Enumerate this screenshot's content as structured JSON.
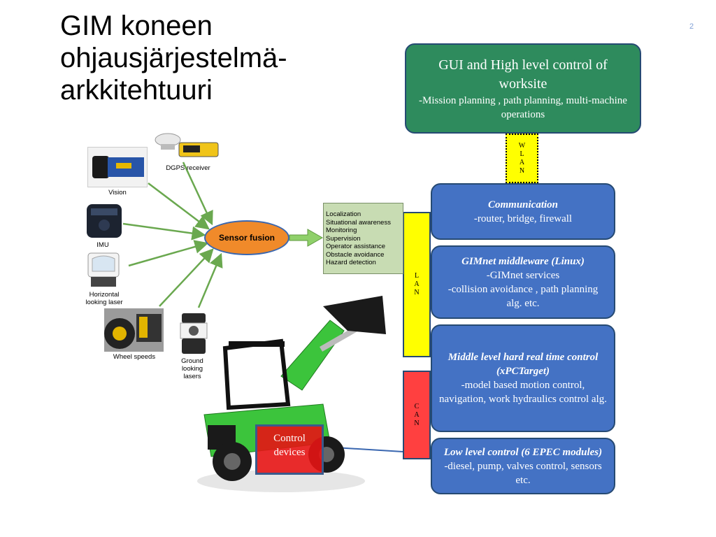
{
  "title_lines": [
    "GIM koneen",
    "ohjausjärjestelmä-",
    "arkkitehtuuri"
  ],
  "page_number": "2",
  "gui_box": {
    "title": "GUI and High level control of worksite",
    "desc": "-Mission planning , path planning, multi-machine operations"
  },
  "wlan_label": [
    "W",
    "L",
    "A",
    "N"
  ],
  "lan_label": [
    "L",
    "A",
    "N"
  ],
  "can_label": [
    "C",
    "A",
    "N"
  ],
  "layers": [
    {
      "title": "Communication",
      "desc": "-router, bridge, firewall"
    },
    {
      "title": "GIMnet  middleware (Linux)",
      "desc": "-GIMnet services\n-collision avoidance , path planning alg. etc."
    },
    {
      "title": "Middle level hard real time control (xPCTarget)",
      "desc": "-model based motion control, navigation, work hydraulics control alg."
    },
    {
      "title": "Low level control (6 EPEC modules)",
      "desc": "-diesel, pump, valves control, sensors etc."
    }
  ],
  "sensor_fusion": "Sensor fusion",
  "functions": [
    "Localization",
    "Situational awareness",
    "Monitoring",
    "Supervision",
    "Operator assistance",
    "Obstacle avoidance",
    "Hazard detection"
  ],
  "sensors": {
    "dgps": "DGPS receiver",
    "vision": "Vision",
    "imu": "IMU",
    "horizontal_laser": "Horizontal looking laser",
    "wheel_speeds": "Wheel speeds",
    "ground_lasers": "Ground looking lasers"
  },
  "control_devices": "Control devices",
  "colors": {
    "gui_green": "#2e8b5d",
    "layer_blue": "#4472c4",
    "bus_yellow": "#ffff00",
    "can_red": "#ff4040",
    "sensor_fusion_orange": "#f08a2a",
    "arrow_green": "#6aa84f",
    "function_box": "#c8dcb3",
    "machine_green": "#3cc43c"
  }
}
